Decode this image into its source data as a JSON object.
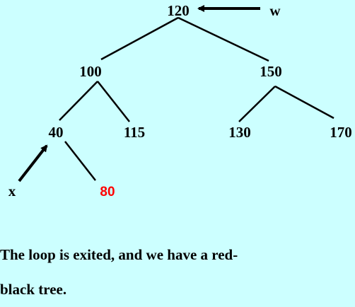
{
  "tree": {
    "nodes": [
      {
        "id": "n120",
        "label": "120",
        "color": "#000000"
      },
      {
        "id": "n100",
        "label": "100",
        "color": "#000000"
      },
      {
        "id": "n150",
        "label": "150",
        "color": "#000000"
      },
      {
        "id": "n40",
        "label": "40",
        "color": "#000000"
      },
      {
        "id": "n115",
        "label": "115",
        "color": "#000000"
      },
      {
        "id": "n130",
        "label": "130",
        "color": "#000000"
      },
      {
        "id": "n170",
        "label": "170",
        "color": "#000000"
      },
      {
        "id": "n80",
        "label": "80",
        "color": "#ff0000"
      }
    ],
    "edges": [
      {
        "from": "n120",
        "to": "n100"
      },
      {
        "from": "n120",
        "to": "n150"
      },
      {
        "from": "n100",
        "to": "n40"
      },
      {
        "from": "n100",
        "to": "n115"
      },
      {
        "from": "n150",
        "to": "n130"
      },
      {
        "from": "n150",
        "to": "n170"
      },
      {
        "from": "n40",
        "to": "n80"
      }
    ],
    "pointers": [
      {
        "id": "w",
        "label": "w",
        "points_to": "n120"
      },
      {
        "id": "x",
        "label": "x",
        "points_to": "n40"
      }
    ]
  },
  "caption": {
    "line1": "The loop is exited, and we have a red-",
    "line2": "black tree."
  },
  "colors": {
    "background": "#ccffff",
    "node_black": "#000000",
    "node_red": "#ff0000"
  }
}
